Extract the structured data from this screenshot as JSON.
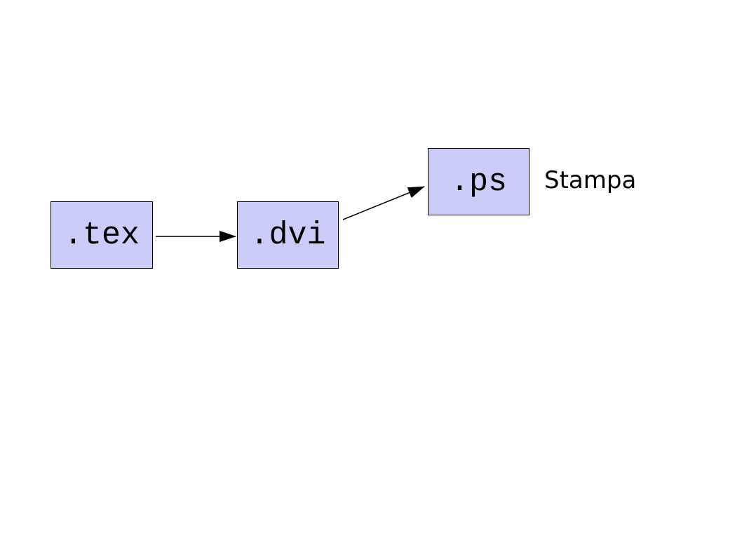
{
  "diagram": {
    "description": "LaTeX document workflow diagram",
    "nodes": [
      {
        "id": "tex",
        "label": ".tex"
      },
      {
        "id": "dvi",
        "label": ".dvi"
      },
      {
        "id": "ps",
        "label": ".ps"
      }
    ],
    "edges": [
      {
        "from": "tex",
        "to": "dvi",
        "style": "solid-arrow"
      },
      {
        "from": "dvi",
        "to": "ps",
        "style": "solid-arrow"
      }
    ],
    "annotations": [
      {
        "id": "stampa",
        "text": "Stampa"
      }
    ],
    "colors": {
      "background": "#ffffff",
      "node_fill": "#ccccf8",
      "node_border": "#000000",
      "arrow": "#000000",
      "text": "#000000"
    }
  }
}
